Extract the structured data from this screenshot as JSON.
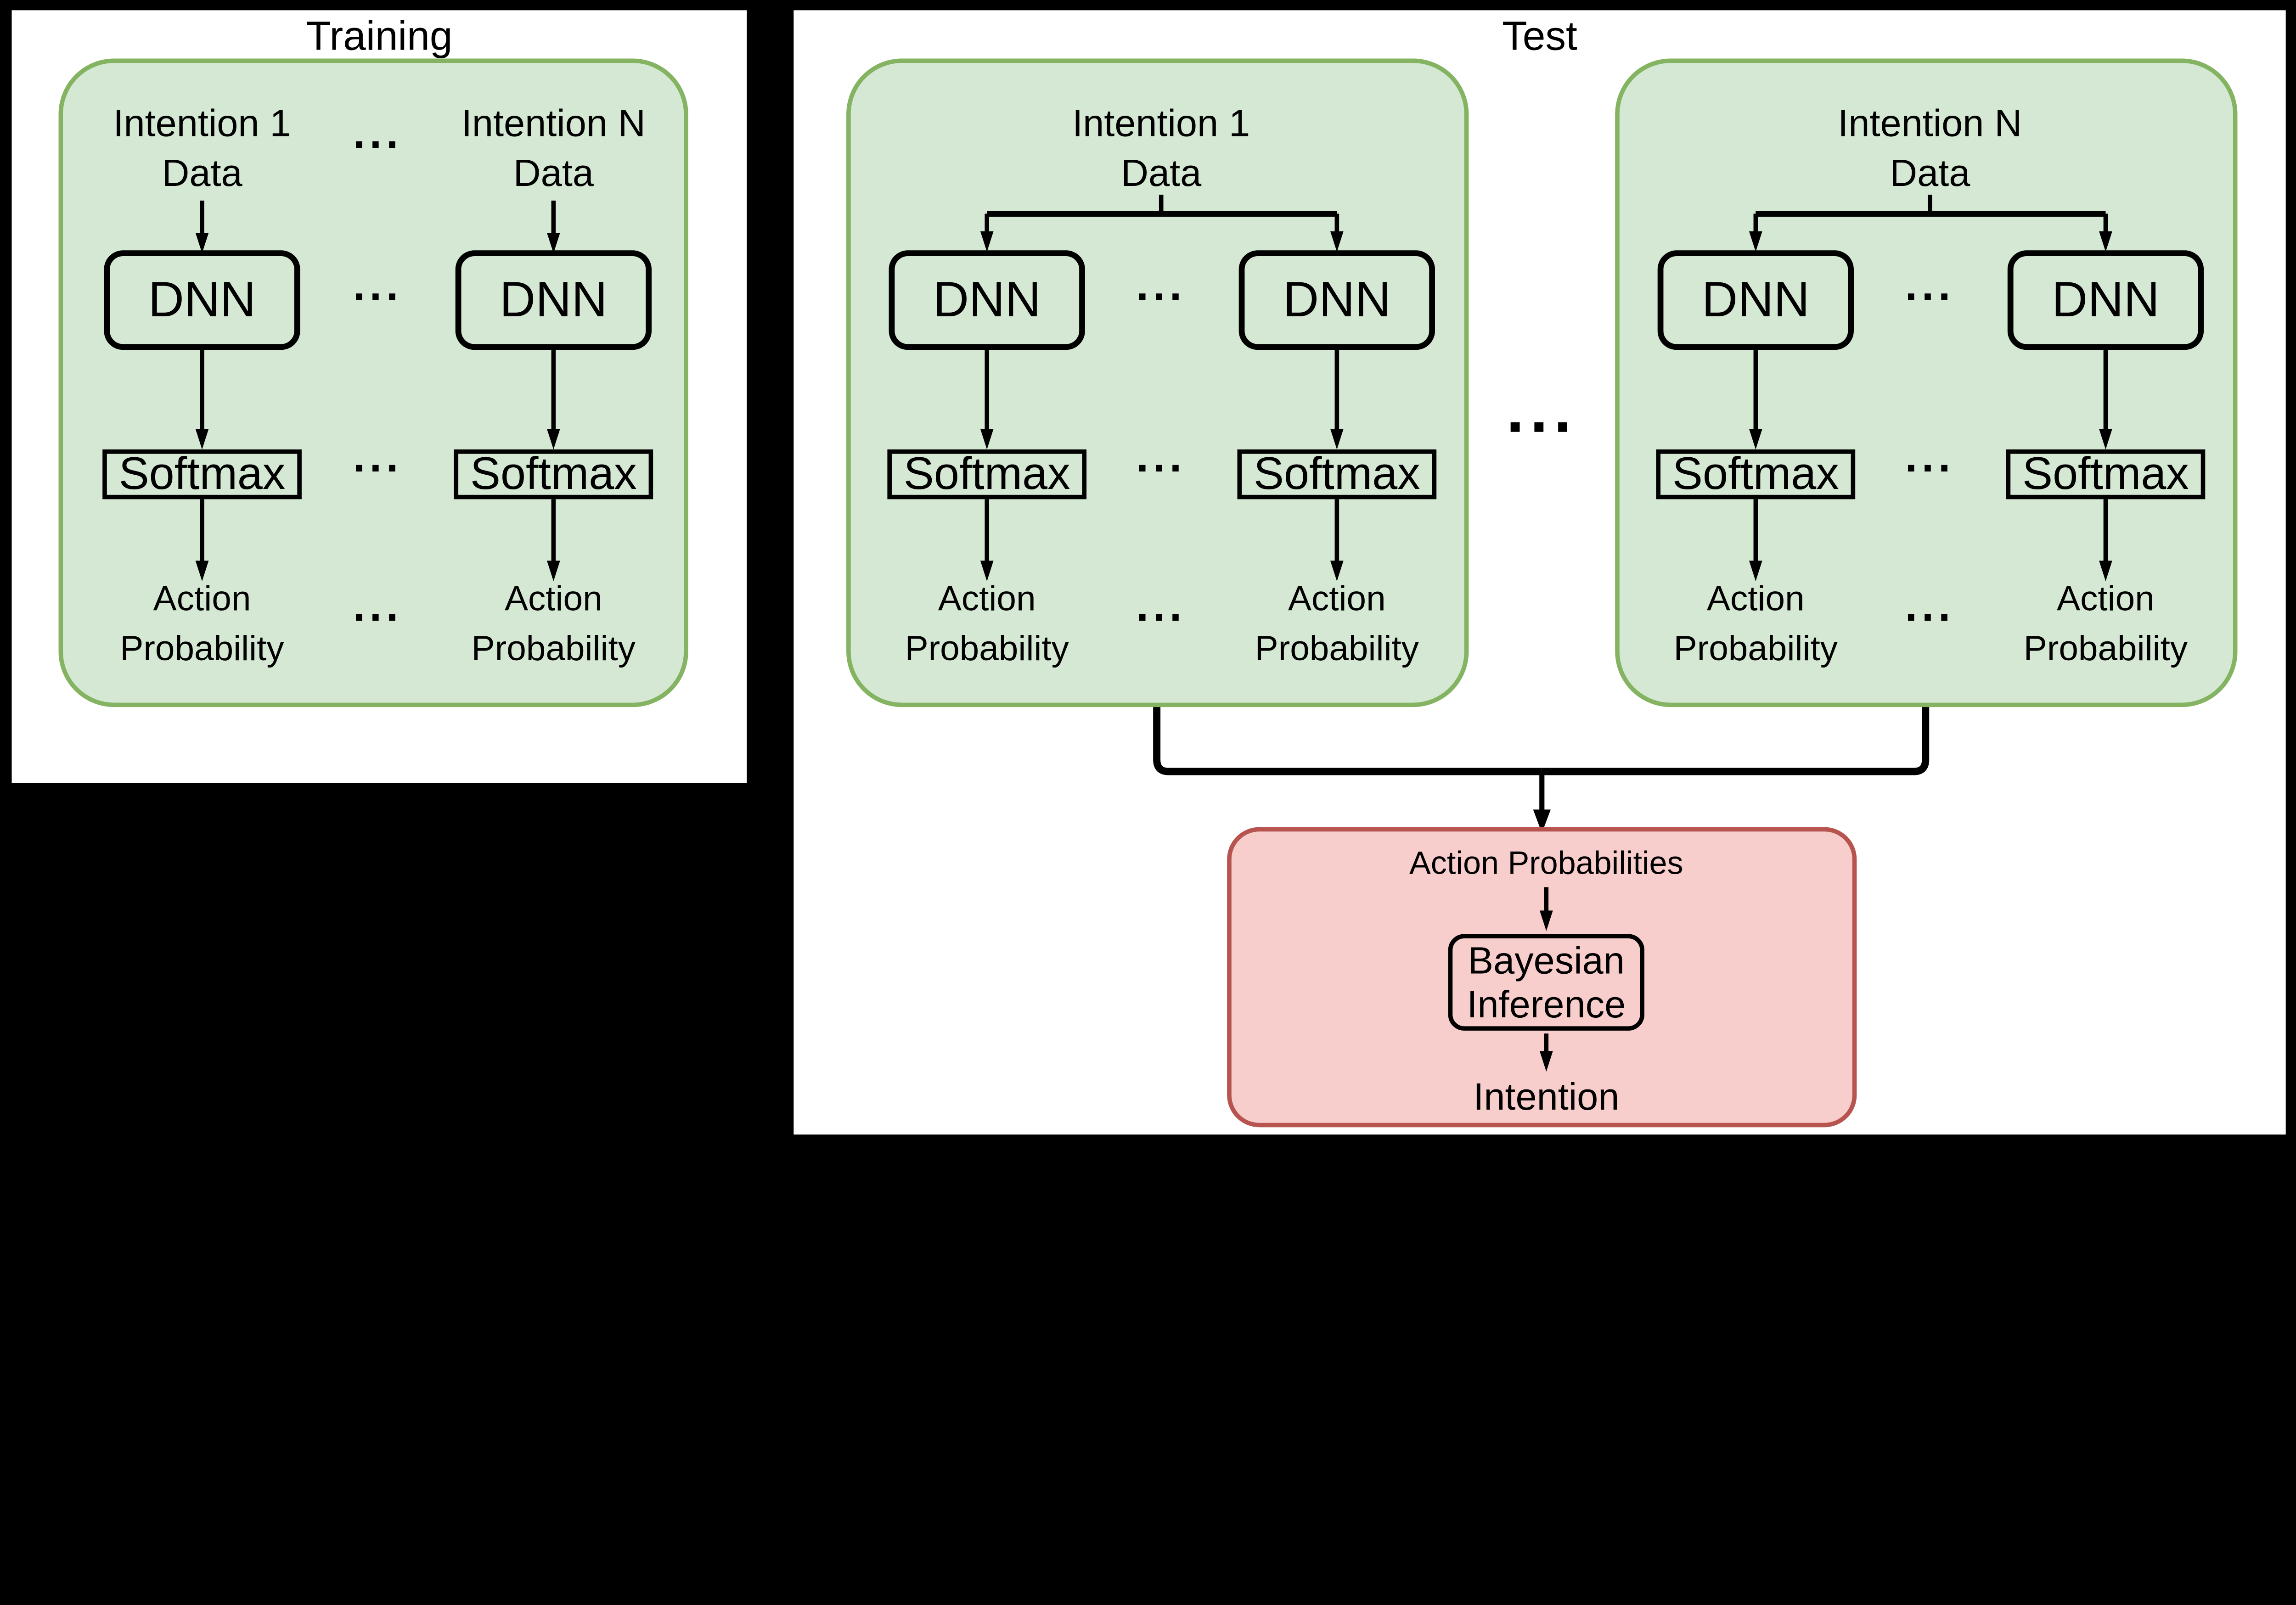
{
  "colors": {
    "background": "#000000",
    "panel": "#ffffff",
    "green_fill": "#d5e8d4",
    "green_border": "#84b361",
    "red_fill": "#f8cecc",
    "red_border": "#b85450",
    "line": "#000000"
  },
  "labels": {
    "dnn": "DNN",
    "softmax": "Softmax",
    "action": "Action",
    "probability": "Probability",
    "ellipsis": "..."
  },
  "panels": {
    "training": {
      "title": "Training",
      "columns": [
        {
          "intention": "Intention 1",
          "data": "Data"
        },
        {
          "intention": "Intention N",
          "data": "Data"
        }
      ]
    },
    "test": {
      "title": "Test",
      "groups": [
        {
          "intention": "Intention 1",
          "data": "Data"
        },
        {
          "intention": "Intention N",
          "data": "Data"
        }
      ],
      "fusion": {
        "input_label": "Action Probabilities",
        "box_line1": "Bayesian",
        "box_line2": "Inference",
        "output_label": "Intention"
      }
    }
  }
}
